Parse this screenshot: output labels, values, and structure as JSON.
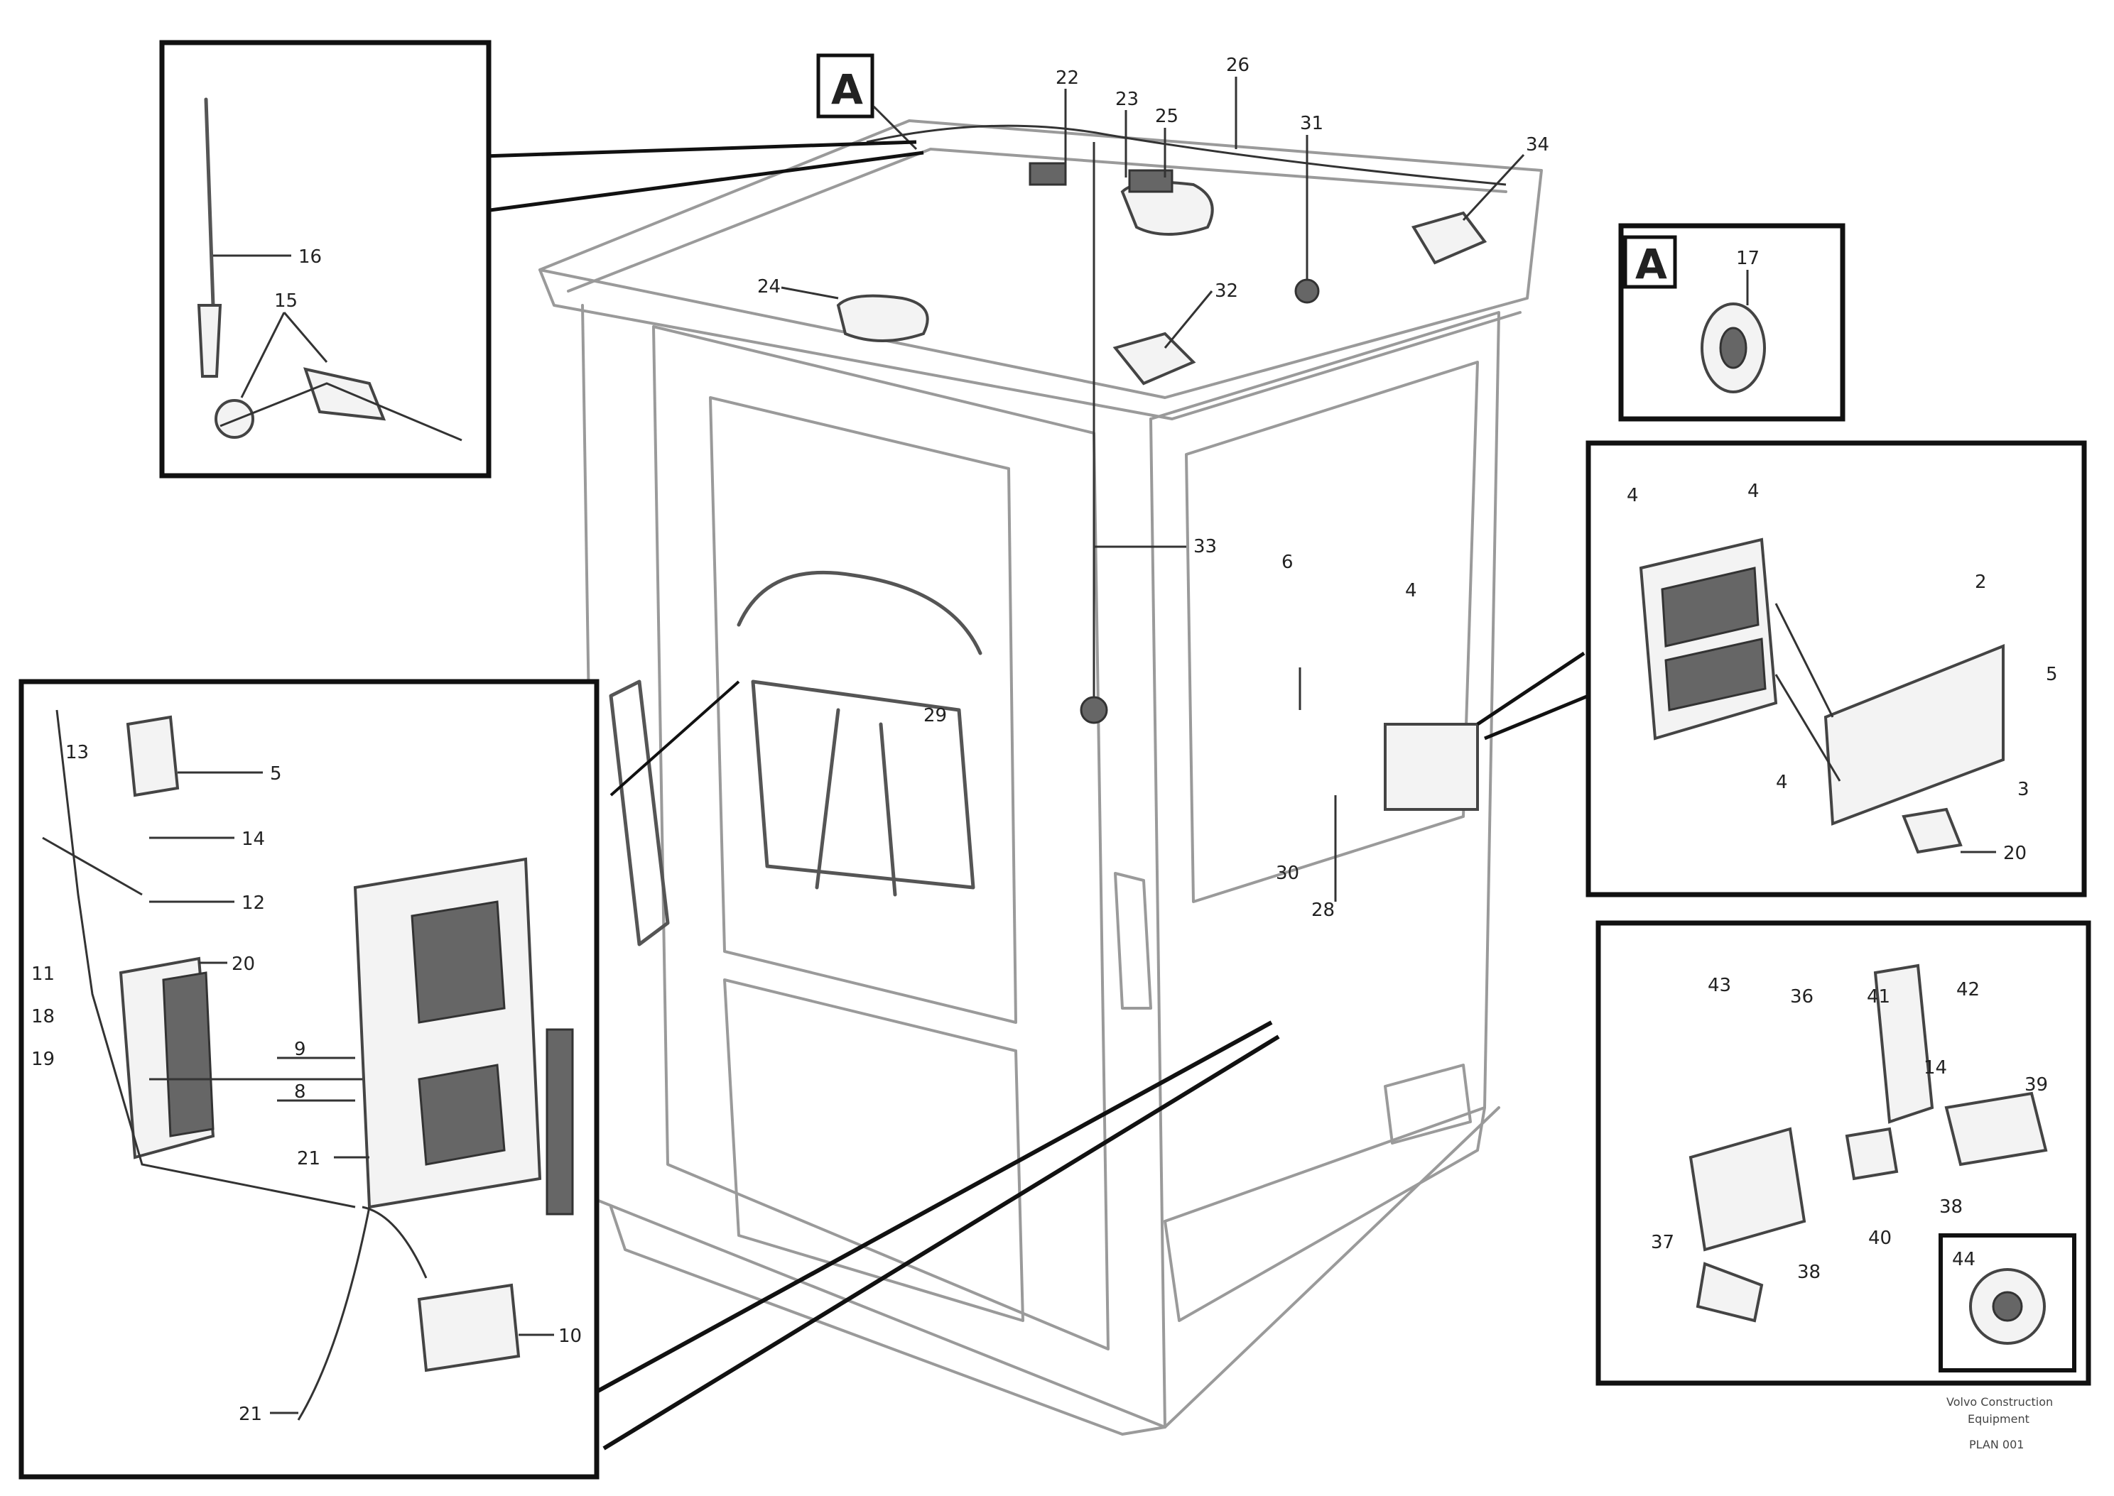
{
  "callouts": {
    "c1": "22",
    "c2": "23",
    "c3": "25",
    "c4": "26",
    "c5": "31",
    "c6": "34",
    "c7": "24",
    "c8": "32",
    "c9": "33",
    "c10": "6",
    "c11": "4",
    "c12": "30",
    "c13": "28",
    "c14": "29",
    "inset_a1": "16",
    "inset_a2": "15",
    "inset_a3": "17",
    "inset_r1": "4",
    "inset_r2": "4",
    "inset_r3": "2",
    "inset_r4": "5",
    "inset_r5": "3",
    "inset_r6": "4",
    "inset_r7": "20",
    "inset_b1": "43",
    "inset_b2": "36",
    "inset_b3": "41",
    "inset_b4": "42",
    "inset_b5": "14",
    "inset_b6": "39",
    "inset_b7": "38",
    "inset_b8": "40",
    "inset_b9": "37",
    "inset_b10": "38",
    "inset_b11": "44",
    "inset_l1": "13",
    "inset_l2": "5",
    "inset_l3": "14",
    "inset_l4": "12",
    "inset_l5": "11",
    "inset_l6": "20",
    "inset_l7": "9",
    "inset_l8": "8",
    "inset_l9": "21",
    "inset_l10": "18",
    "inset_l11": "19",
    "inset_l12": "10",
    "inset_l13": "21"
  },
  "markers": {
    "view_a_main": "A",
    "view_a_inset": "A"
  },
  "footer": {
    "line1": "Volvo Construction",
    "line2": "Equipment",
    "ref": "PLAN 001"
  }
}
